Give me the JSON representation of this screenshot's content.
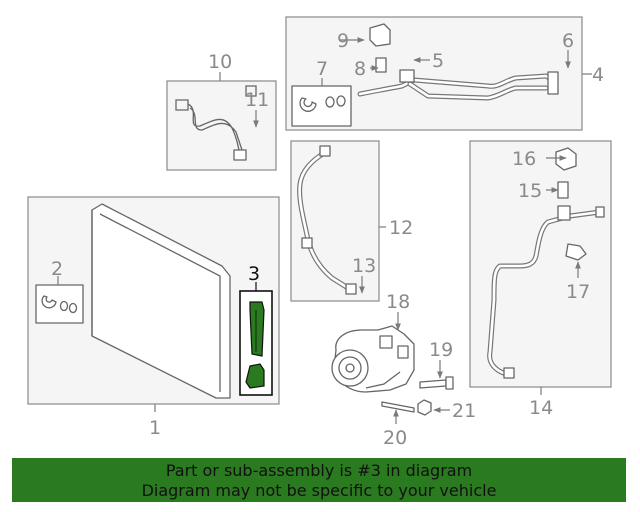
{
  "diagram": {
    "labels": {
      "n1": "1",
      "n2": "2",
      "n3": "3",
      "n4": "4",
      "n5": "5",
      "n6": "6",
      "n7": "7",
      "n8": "8",
      "n9": "9",
      "n10": "10",
      "n11": "11",
      "n12": "12",
      "n13": "13",
      "n14": "14",
      "n15": "15",
      "n16": "16",
      "n17": "17",
      "n18": "18",
      "n19": "19",
      "n20": "20",
      "n21": "21"
    },
    "highlighted_part": "3",
    "highlight_color": "#2a7a1f"
  },
  "banner": {
    "line1": "Part or sub-assembly is #3 in diagram",
    "line2": "Diagram may not be specific to your vehicle",
    "background": "#2a7a1f"
  }
}
